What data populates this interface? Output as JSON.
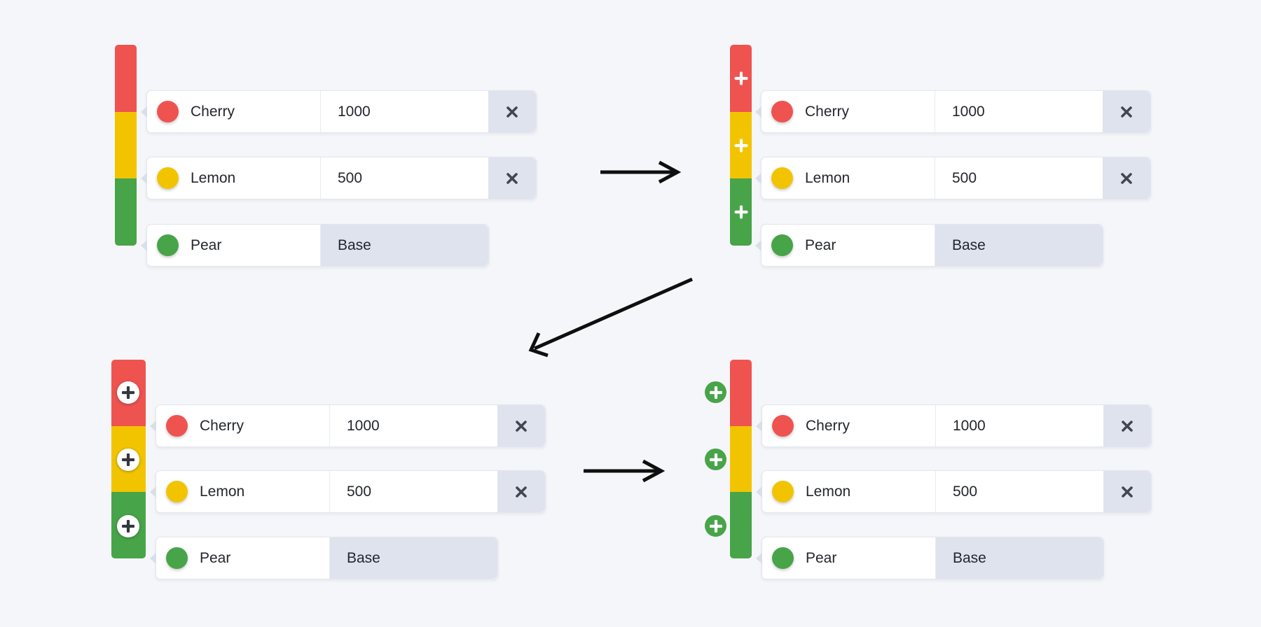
{
  "background_color": "#f5f6fa",
  "colors": {
    "red": "#ef5350",
    "yellow": "#f2c400",
    "green": "#48a448",
    "gray_cell": "#dee3ee",
    "row_border": "#e2e6ee",
    "notch": "#d9dfe9",
    "text": "#23262c",
    "x_icon": "#42474f",
    "plus_dark": "#33383f",
    "plus_white": "#ffffff",
    "arrow": "#0f0f0f",
    "white_button": "#ffffff"
  },
  "bar_segments": [
    "red",
    "yellow",
    "green"
  ],
  "panels": [
    {
      "id": "state-1-plain",
      "variant": "no-add-buttons",
      "rows": [
        {
          "label": "Cherry",
          "value": "1000",
          "dot": "red",
          "removable": true
        },
        {
          "label": "Lemon",
          "value": "500",
          "dot": "yellow",
          "removable": true
        },
        {
          "label": "Pear",
          "value": "Base",
          "dot": "green",
          "removable": false
        }
      ]
    },
    {
      "id": "state-2-plus-inside-bar",
      "variant": "plus-glyph-inside-segments",
      "add_button_label": "+",
      "rows": [
        {
          "label": "Cherry",
          "value": "1000",
          "dot": "red",
          "removable": true
        },
        {
          "label": "Lemon",
          "value": "500",
          "dot": "yellow",
          "removable": true
        },
        {
          "label": "Pear",
          "value": "Base",
          "dot": "green",
          "removable": false
        }
      ]
    },
    {
      "id": "state-3-white-circle-buttons",
      "variant": "white-circle-plus-inside-bar",
      "add_button_label": "+",
      "rows": [
        {
          "label": "Cherry",
          "value": "1000",
          "dot": "red",
          "removable": true
        },
        {
          "label": "Lemon",
          "value": "500",
          "dot": "yellow",
          "removable": true
        },
        {
          "label": "Pear",
          "value": "Base",
          "dot": "green",
          "removable": false
        }
      ]
    },
    {
      "id": "state-4-green-circle-buttons",
      "variant": "green-circle-plus-outside-bar",
      "add_button_label": "+",
      "rows": [
        {
          "label": "Cherry",
          "value": "1000",
          "dot": "red",
          "removable": true
        },
        {
          "label": "Lemon",
          "value": "500",
          "dot": "yellow",
          "removable": true
        },
        {
          "label": "Pear",
          "value": "Base",
          "dot": "green",
          "removable": false
        }
      ]
    }
  ]
}
